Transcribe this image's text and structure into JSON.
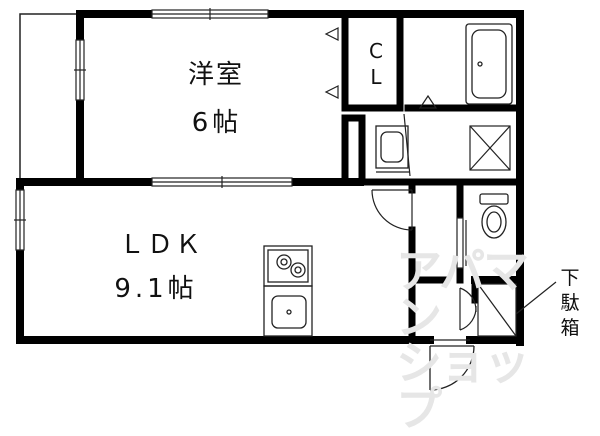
{
  "rooms": {
    "western": {
      "name": "洋室",
      "size": "6帖"
    },
    "ldk": {
      "name": "ＬＤＫ",
      "size": "9.1帖"
    },
    "closet": {
      "line1": "C",
      "line2": "L"
    }
  },
  "shoe_box": {
    "chars": [
      "下",
      "駄",
      "箱"
    ]
  },
  "watermark": {
    "line1": "アパマン",
    "line2": "ショップ"
  },
  "colors": {
    "wall": "#000000",
    "line": "#222222",
    "watermark": "#e6e6e6"
  }
}
